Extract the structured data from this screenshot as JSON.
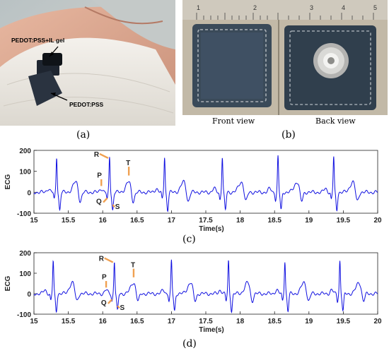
{
  "figure": {
    "panel_a": {
      "caption": "(a)",
      "label_gel": "PEDOT:PSS+IL gel",
      "label_pss": "PEDOT:PSS"
    },
    "panel_b": {
      "caption": "(b)",
      "front_label": "Front view",
      "back_label": "Back view",
      "ruler_numbers": [
        "1",
        "2",
        "3",
        "4",
        "5"
      ]
    },
    "panel_c": {
      "caption": "(c)"
    },
    "panel_d": {
      "caption": "(d)"
    }
  },
  "chart_data": [
    {
      "type": "line",
      "ylabel": "ECG",
      "xlabel": "Time(s)",
      "xlim": [
        15,
        20
      ],
      "ylim": [
        -100,
        200
      ],
      "xticks": [
        "15",
        "15.5",
        "16",
        "16.5",
        "17",
        "17.5",
        "18",
        "18.5",
        "19",
        "19.5",
        "20"
      ],
      "yticks": [
        "-100",
        "0",
        "100",
        "200"
      ],
      "line_color": "#1010e0",
      "beats_r_peak_time": [
        15.33,
        16.1,
        16.9,
        17.74,
        18.55,
        19.36
      ],
      "r_peak_value": 170,
      "annotations": [
        "P",
        "Q",
        "R",
        "S",
        "T"
      ]
    },
    {
      "type": "line",
      "ylabel": "ECG",
      "xlabel": "Time(s)",
      "xlim": [
        15,
        20
      ],
      "ylim": [
        -100,
        200
      ],
      "xticks": [
        "15",
        "15.5",
        "16",
        "16.5",
        "17",
        "17.5",
        "18",
        "18.5",
        "19",
        "19.5",
        "20"
      ],
      "yticks": [
        "-100",
        "0",
        "100",
        "200"
      ],
      "line_color": "#1010e0",
      "beats_r_peak_time": [
        15.28,
        16.17,
        17.0,
        17.83,
        18.65,
        19.45
      ],
      "r_peak_value": 160,
      "annotations": [
        "P",
        "Q",
        "R",
        "S",
        "T"
      ]
    }
  ]
}
